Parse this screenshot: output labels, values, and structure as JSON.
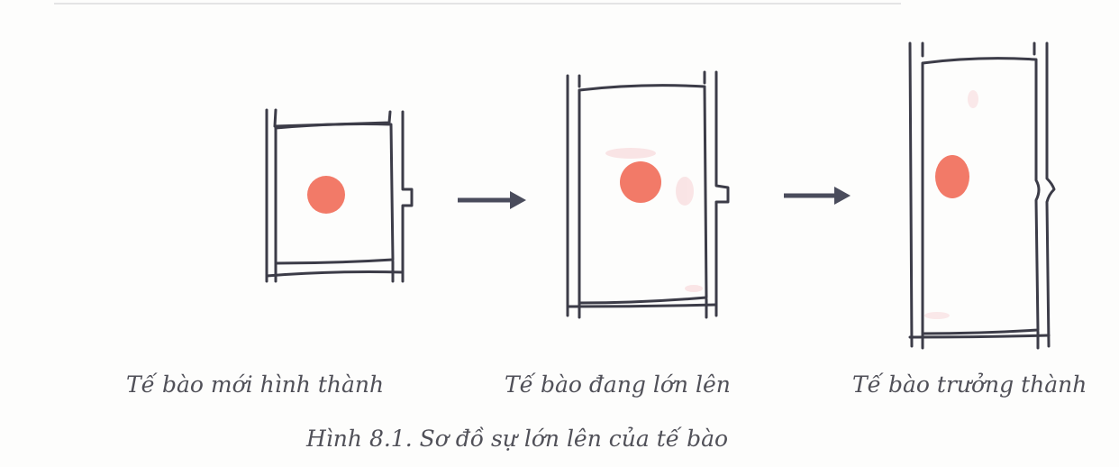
{
  "figure": {
    "stages": [
      {
        "label": "Tế bào mới hình thành"
      },
      {
        "label": "Tế bào đang lớn lên"
      },
      {
        "label": "Tế bào trưởng thành"
      }
    ],
    "caption": "Hình 8.1. Sơ đồ sự lớn lên của tế bào"
  },
  "colors": {
    "wall": "#3c3c48",
    "nucleus": "#f27a68",
    "arrow": "#4a4c5c",
    "text": "#505058"
  }
}
